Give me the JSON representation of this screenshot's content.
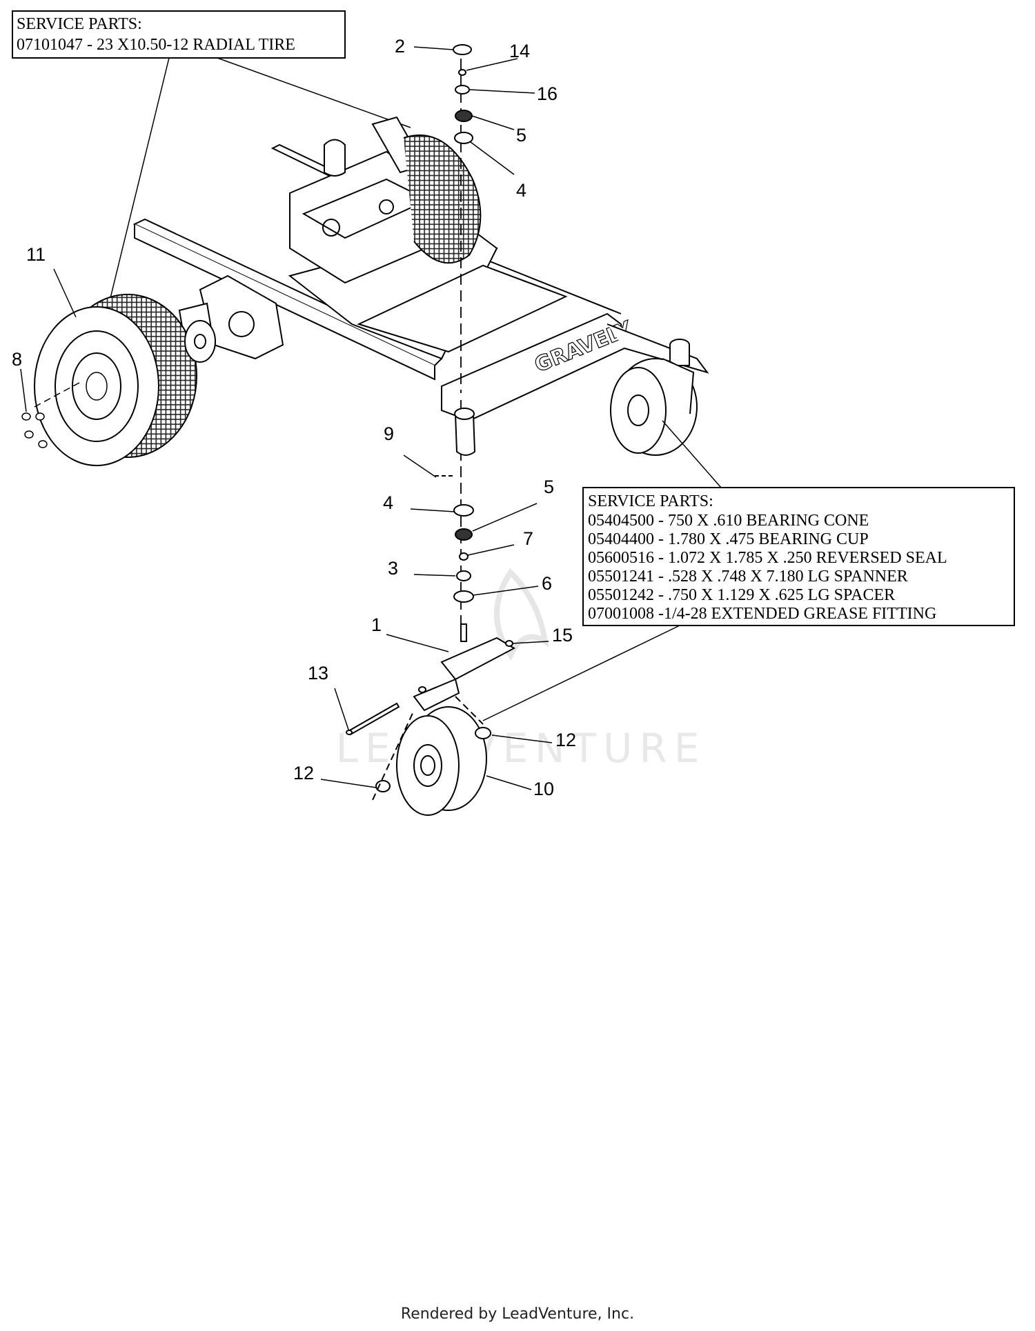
{
  "service_box_1": {
    "header": "SERVICE PARTS:",
    "lines": [
      "07101047 - 23 X10.50-12 RADIAL TIRE"
    ]
  },
  "service_box_2": {
    "header": "SERVICE PARTS:",
    "lines": [
      "05404500 - 750 X .610 BEARING CONE",
      "05404400 - 1.780 X .475 BEARING CUP",
      "05600516 - 1.072 X 1.785 X .250 REVERSED SEAL",
      "05501241 - .528 X .748 X 7.180 LG SPANNER",
      "05501242 - .750 X 1.129 X .625 LG SPACER",
      "07001008 -1/4-28 EXTENDED GREASE FITTING"
    ]
  },
  "callouts": {
    "c2": "2",
    "c14": "14",
    "c16": "16",
    "c5a": "5",
    "c4a": "4",
    "c11": "11",
    "c8": "8",
    "c9": "9",
    "c4b": "4",
    "c5b": "5",
    "c7": "7",
    "c3": "3",
    "c6": "6",
    "c1": "1",
    "c15": "15",
    "c13": "13",
    "c12a": "12",
    "c12b": "12",
    "c10": "10"
  },
  "brand_on_frame": "GRAVELY",
  "watermark": "LEADVENTURE",
  "footer": "Rendered by LeadVenture, Inc."
}
